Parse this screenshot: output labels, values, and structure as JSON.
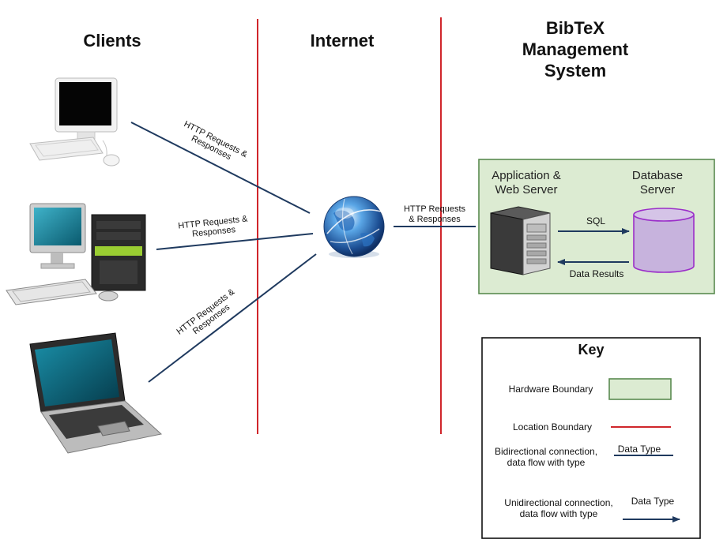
{
  "columns": {
    "clients": "Clients",
    "internet": "Internet",
    "system_line1": "BibTeX",
    "system_line2": "Management",
    "system_line3": "System"
  },
  "connections": {
    "client_line1": "HTTP Requests &",
    "client_line2": "Responses",
    "internet_line1": "HTTP Requests",
    "internet_line2": "& Responses"
  },
  "servers": {
    "app_line1": "Application &",
    "app_line2": "Web Server",
    "db_line1": "Database",
    "db_line2": "Server",
    "sql_label": "SQL",
    "results_label": "Data Results"
  },
  "key": {
    "title": "Key",
    "hardware": "Hardware Boundary",
    "location": "Location Boundary",
    "bidir_line1": "Bidirectional connection,",
    "bidir_line2": "data flow with type",
    "bidir_type": "Data Type",
    "unidir_line1": "Unidirectional connection,",
    "unidir_line2": "data flow with type",
    "unidir_type": "Data Type"
  },
  "colors": {
    "boundary_red": "#d0262b",
    "connection_navy": "#1f3a5f",
    "hardware_fill": "#dcebd2",
    "hardware_border": "#5a8a50",
    "db_purple": "#9b2fc9",
    "db_fill": "#c7b3dd"
  },
  "icons": [
    "desktop-computer-icon",
    "tower-computer-icon",
    "laptop-icon",
    "globe-icon",
    "server-tower-icon",
    "database-cylinder-icon"
  ]
}
